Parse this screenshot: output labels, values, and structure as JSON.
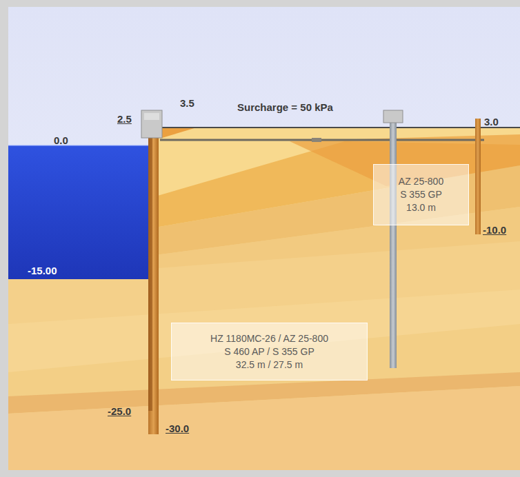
{
  "diagram": {
    "nodes": [
      {
        "text": [
          "AZ 25-800",
          "S 355 GP",
          "13.0 m"
        ]
      },
      {
        "text": [
          "HZ 1180MC-26 / AZ 25-800",
          "S 460 AP / S 355 GP",
          "32.5 m / 27.5 m"
        ]
      }
    ],
    "labels": [
      "Surcharge = 50 kPa",
      "3.5",
      "2.5",
      "0.0",
      "3.0",
      "-10.0",
      "-15.00",
      "-25.0",
      "-30.0"
    ]
  }
}
